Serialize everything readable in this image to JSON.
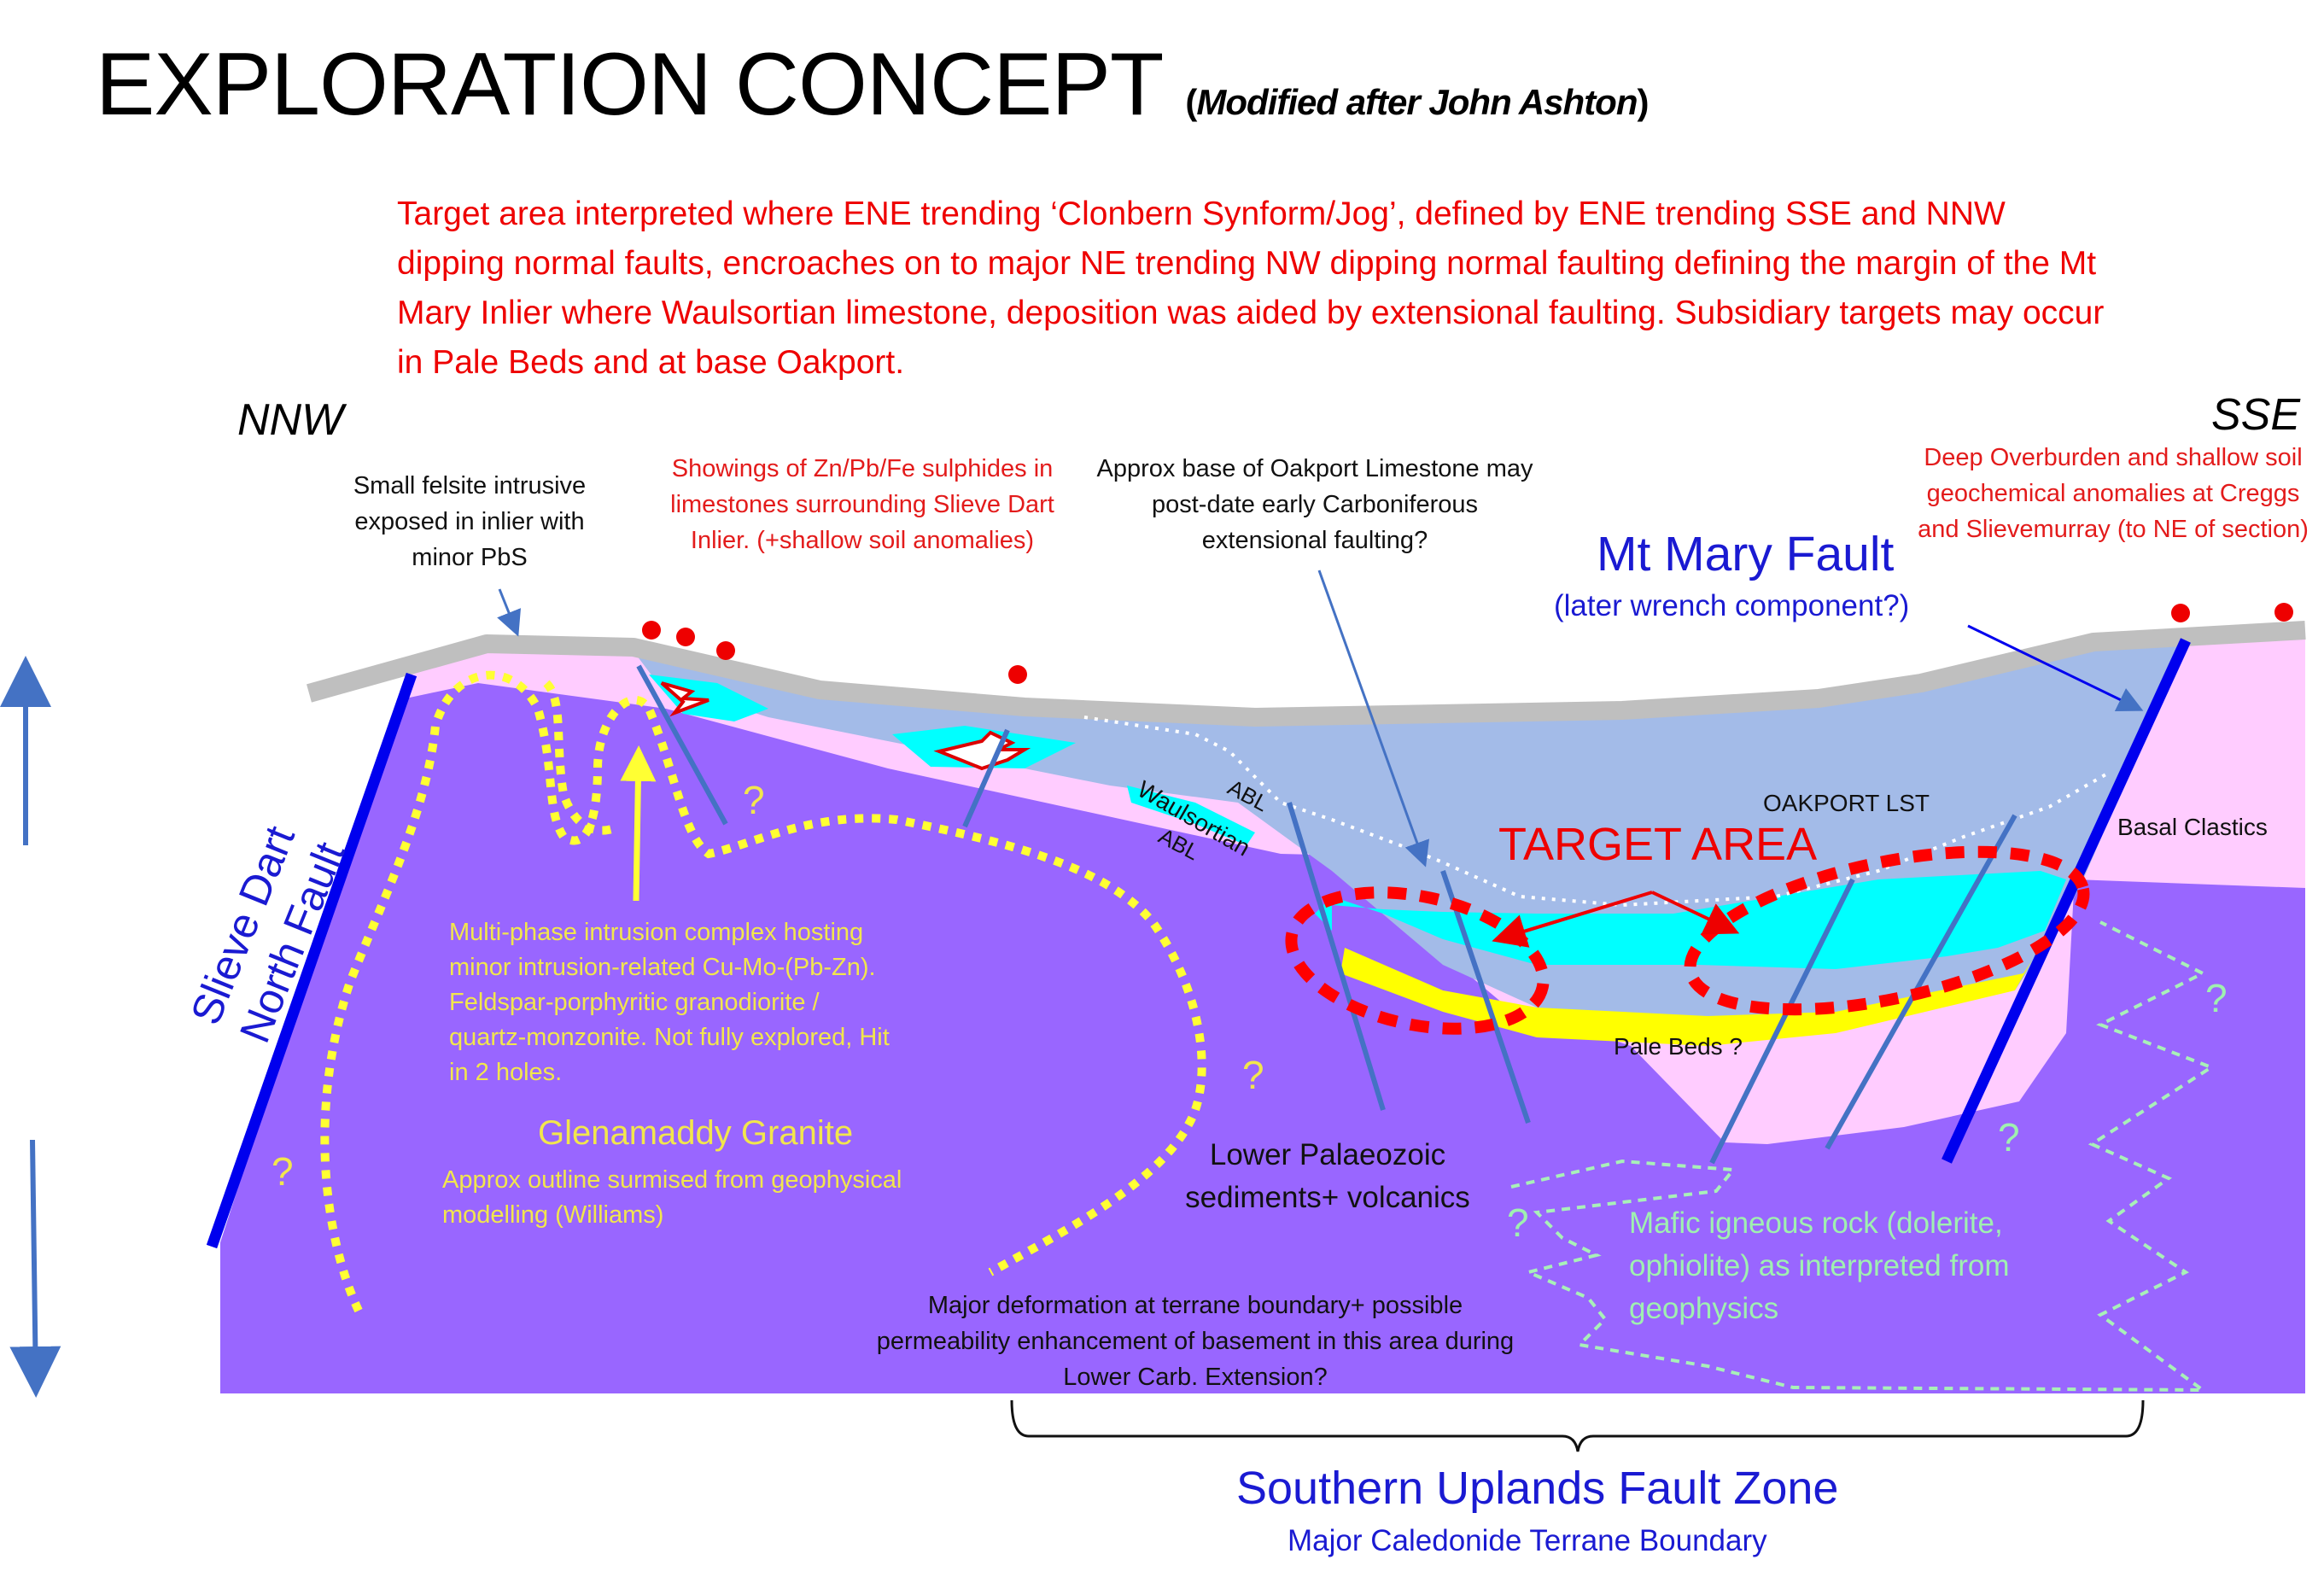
{
  "title": {
    "main": "EXPLORATION CONCEPT",
    "sub_open": "(",
    "sub_italic": "Modified after John Ashton",
    "sub_close": ")"
  },
  "summary": "Target area interpreted where ENE trending ‘Clonbern Synform/Jog’, defined by ENE trending SSE and NNW dipping normal faults, encroaches on to major NE trending NW dipping normal faulting defining the margin of the Mt Mary Inlier where Waulsortian limestone, deposition was aided by extensional faulting. Subsidiary targets may occur in Pale Beds and at base Oakport.",
  "directions": {
    "left": "NNW",
    "right": "SSE"
  },
  "callouts": {
    "felsite": "Small felsite intrusive exposed in inlier with minor PbS",
    "showings": "Showings of Zn/Pb/Fe sulphides in limestones surrounding Slieve Dart Inlier. (+shallow soil anomalies)",
    "oakport_base": "Approx base of Oakport Limestone may post-date early Carboniferous extensional faulting?",
    "overburden": "Deep Overburden and shallow soil geochemical anomalies at Creggs and Slievemurray (to NE of section)",
    "intrusion": "Multi-phase intrusion complex hosting minor intrusion-related Cu-Mo-(Pb-Zn). Feldspar-porphyritic granodiorite / quartz-monzonite. Not fully explored, Hit in 2 holes.",
    "granite_outline": "Approx outline surmised from geophysical modelling (Williams)",
    "deformation": "Major deformation at terrane boundary+ possible permeability enhancement of basement in this area during Lower Carb. Extension?",
    "mafic": "Mafic igneous rock (dolerite, ophiolite) as interpreted from geophysics"
  },
  "labels": {
    "mt_mary_fault": "Mt Mary Fault",
    "mt_mary_sub": "(later wrench component?)",
    "slieve_dart_1": "Slieve Dart",
    "slieve_dart_2": "North Fault",
    "target_area": "TARGET AREA",
    "oakport": "OAKPORT LST",
    "basal_clastics": "Basal Clastics",
    "pale_beds": "Pale Beds ?",
    "abl_1": "ABL",
    "waulsortian": "Waulsortian",
    "abl_2": "ABL",
    "granite": "Glenamaddy Granite",
    "lower_palaeozoic_1": "Lower Palaeozoic",
    "lower_palaeozoic_2": "sediments+ volcanics",
    "suf_zone": "Southern Uplands Fault Zone",
    "suf_sub": "Major Caledonide Terrane Boundary",
    "q": "?"
  },
  "colors": {
    "basement": "#9966ff",
    "pink": "#ffccff",
    "limestone": "#a3bbe8",
    "waulsortian": "#00ffff",
    "pale_beds": "#ffff00",
    "overburden": "#bfbfbf",
    "fault_blue": "#0000ee",
    "minor_fault": "#4472c4",
    "target_red": "#ff0000",
    "granite_outline": "#ffff33",
    "mafic_outline": "#a8f0b8",
    "text_red": "#e31b1b",
    "text_blue": "#1a1ad2",
    "text_yellow": "#f2e64c",
    "text_green": "#9ff0b0"
  }
}
